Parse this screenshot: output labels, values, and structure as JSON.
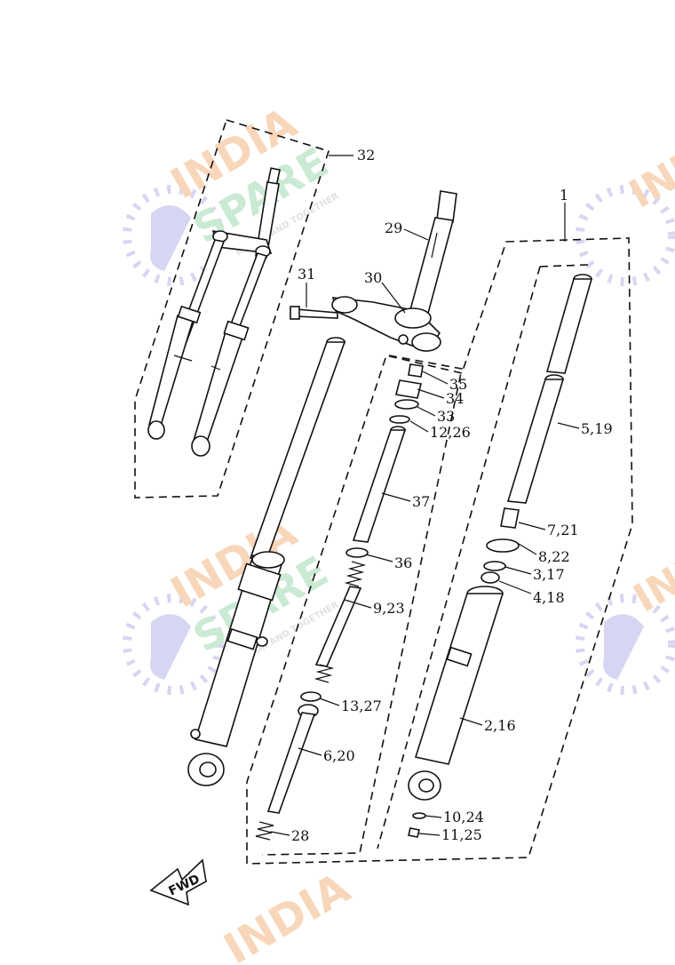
{
  "diagram": {
    "labels": [
      {
        "id": "c1",
        "text": "1"
      },
      {
        "id": "c2",
        "text": "2,16"
      },
      {
        "id": "c3",
        "text": "3,17"
      },
      {
        "id": "c4",
        "text": "4,18"
      },
      {
        "id": "c5",
        "text": "5,19"
      },
      {
        "id": "c6",
        "text": "6,20"
      },
      {
        "id": "c7",
        "text": "7,21"
      },
      {
        "id": "c8",
        "text": "8,22"
      },
      {
        "id": "c9",
        "text": "9,23"
      },
      {
        "id": "c10",
        "text": "10,24"
      },
      {
        "id": "c11",
        "text": "11,25"
      },
      {
        "id": "c12",
        "text": "12,26"
      },
      {
        "id": "c13",
        "text": "13,27"
      },
      {
        "id": "c28",
        "text": "28"
      },
      {
        "id": "c29",
        "text": "29"
      },
      {
        "id": "c30",
        "text": "30"
      },
      {
        "id": "c31",
        "text": "31"
      },
      {
        "id": "c32",
        "text": "32"
      },
      {
        "id": "c33",
        "text": "33"
      },
      {
        "id": "c34",
        "text": "34"
      },
      {
        "id": "c35",
        "text": "35"
      },
      {
        "id": "c36",
        "text": "36"
      },
      {
        "id": "c37",
        "text": "37"
      }
    ],
    "fwd_label": "FWD"
  },
  "watermark": {
    "line1": "INDIA",
    "line2": "SPARE",
    "tagline": "REPAIR AND TOGETHER",
    "colors": {
      "orange": "#f6c9a3",
      "green": "#b9e3c5",
      "blue": "#c9c9ee"
    }
  }
}
